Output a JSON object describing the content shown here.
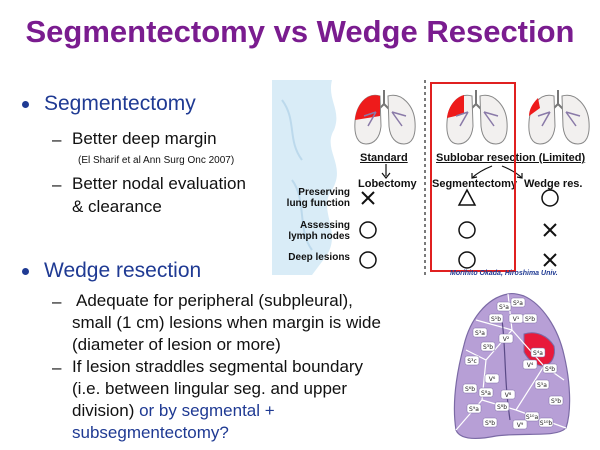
{
  "slide": {
    "title": "Segmentectomy vs Wedge Resection",
    "segmentectomy": {
      "heading": "Segmentectomy",
      "points": [
        "Better deep margin",
        "Better nodal evaluation",
        "& clearance"
      ],
      "citation": "(El Sharif et al Ann Surg Onc 2007)"
    },
    "wedge": {
      "heading": "Wedge resection",
      "point1_lines": [
        "Adequate for peripheral (subpleural),",
        "small (1 cm) lesions when margin is wide",
        "(diameter of lesion or more)"
      ],
      "point2_lines": [
        "If lesion straddles segmental boundary",
        "(i.e. between lingular seg. and upper",
        "division)"
      ],
      "point2_blue_a": " or by segmental +",
      "point2_blue_b": "subsegmentectomy?"
    }
  },
  "diagram": {
    "col_standard": "Standard",
    "col_sublobar": "Sublobar resection (Limited)",
    "proc_lobectomy": "Lobectomy",
    "proc_segmentectomy": "Segmentectomy",
    "proc_wedge": "Wedge res.",
    "row_preserving": [
      "Preserving",
      "lung function"
    ],
    "row_assessing": [
      "Assessing",
      "lymph nodes"
    ],
    "row_deep": "Deep lesions",
    "credit": "Morihito Okada, Hiroshima Univ.",
    "matrix": {
      "preserving": [
        "cross",
        "triangle",
        "circle"
      ],
      "assessing": [
        "circle",
        "circle",
        "cross"
      ],
      "deep": [
        "circle",
        "circle",
        "cross"
      ]
    }
  },
  "segment_map": {
    "labels": [
      "S¹a",
      "S²a",
      "S¹b",
      "V¹",
      "S³a",
      "S²b",
      "S³b",
      "S³c",
      "V²",
      "S⁴a",
      "V⁴",
      "S⁴b",
      "S⁵a",
      "S⁵b",
      "S⁶b",
      "S⁸a",
      "V⁶",
      "S⁹a",
      "S⁸b",
      "V⁸",
      "S⁹b",
      "S¹⁰a",
      "S¹⁰b",
      "V⁹"
    ]
  },
  "colors": {
    "title": "#7a1c8f",
    "bullet": "#1f3a93",
    "highlight_box": "#e02020",
    "lesion": "#ee1b1b",
    "segment_fill": "#b79fd6"
  }
}
